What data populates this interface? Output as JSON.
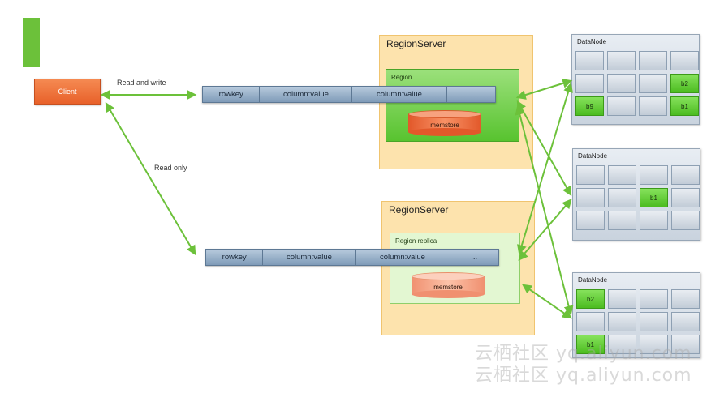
{
  "client": {
    "label": "Client"
  },
  "links": {
    "read_write": "Read and write",
    "read_only": "Read only"
  },
  "region_servers": [
    {
      "title": "RegionServer",
      "region_title": "Region",
      "store": "memstore",
      "bar": [
        "rowkey",
        "column:value",
        "column:value",
        "..."
      ]
    },
    {
      "title": "RegionServer",
      "region_title": "Region replica",
      "store": "memstore",
      "bar": [
        "rowkey",
        "column:value",
        "column:value",
        "..."
      ]
    }
  ],
  "datanodes": [
    {
      "title": "DataNode",
      "blocks": [
        "",
        "",
        "",
        "",
        "",
        "",
        "",
        "b2",
        "b9",
        "",
        "",
        "b1"
      ],
      "highlight": [
        7,
        8,
        11
      ]
    },
    {
      "title": "DataNode",
      "blocks": [
        "",
        "",
        "",
        "",
        "",
        "",
        "b1",
        "",
        "",
        "",
        "",
        ""
      ],
      "highlight": [
        6
      ]
    },
    {
      "title": "DataNode",
      "blocks": [
        "b2",
        "",
        "",
        "",
        "",
        "",
        "",
        "",
        "b1",
        "",
        "",
        ""
      ],
      "highlight": [
        0,
        8
      ]
    }
  ],
  "watermark": [
    "云栖社区 yq.aliyun.com",
    "云栖社区 yq.aliyun.com"
  ],
  "colors": {
    "arrow": "#6cc13a",
    "accent": "#6cc13a",
    "client": "#ee6f35"
  }
}
